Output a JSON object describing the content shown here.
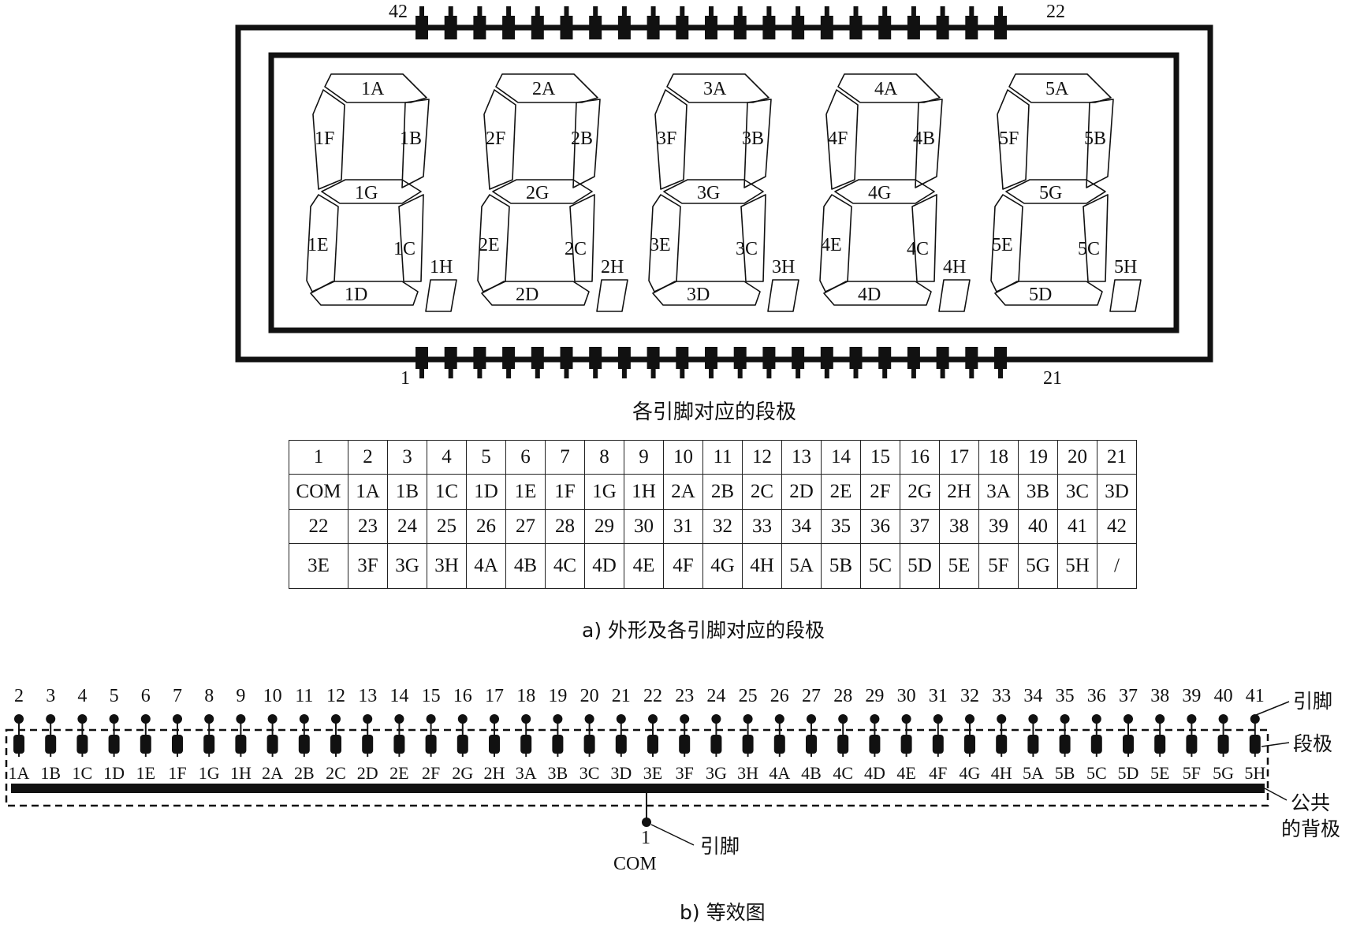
{
  "title_top_pin_left": "42",
  "title_top_pin_right": "22",
  "title_bottom_pin_left": "1",
  "title_bottom_pin_right": "21",
  "digits": [
    {
      "a": "1A",
      "b": "1B",
      "c": "1C",
      "d": "1D",
      "e": "1E",
      "f": "1F",
      "g": "1G",
      "h": "1H"
    },
    {
      "a": "2A",
      "b": "2B",
      "c": "2C",
      "d": "2D",
      "e": "2E",
      "f": "2F",
      "g": "2G",
      "h": "2H"
    },
    {
      "a": "3A",
      "b": "3B",
      "c": "3C",
      "d": "3D",
      "e": "3E",
      "f": "3F",
      "g": "3G",
      "h": "3H"
    },
    {
      "a": "4A",
      "b": "4B",
      "c": "4C",
      "d": "4D",
      "e": "4E",
      "f": "4F",
      "g": "4G",
      "h": "4H"
    },
    {
      "a": "5A",
      "b": "5B",
      "c": "5C",
      "d": "5D",
      "e": "5E",
      "f": "5F",
      "g": "5G",
      "h": "5H"
    }
  ],
  "table_title": "各引脚对应的段极",
  "table": {
    "row1_pins": [
      "1",
      "2",
      "3",
      "4",
      "5",
      "6",
      "7",
      "8",
      "9",
      "10",
      "11",
      "12",
      "13",
      "14",
      "15",
      "16",
      "17",
      "18",
      "19",
      "20",
      "21"
    ],
    "row1_segs": [
      "COM",
      "1A",
      "1B",
      "1C",
      "1D",
      "1E",
      "1F",
      "1G",
      "1H",
      "2A",
      "2B",
      "2C",
      "2D",
      "2E",
      "2F",
      "2G",
      "2H",
      "3A",
      "3B",
      "3C",
      "3D"
    ],
    "row2_pins": [
      "22",
      "23",
      "24",
      "25",
      "26",
      "27",
      "28",
      "29",
      "30",
      "31",
      "32",
      "33",
      "34",
      "35",
      "36",
      "37",
      "38",
      "39",
      "40",
      "41",
      "42"
    ],
    "row2_segs": [
      "3E",
      "3F",
      "3G",
      "3H",
      "4A",
      "4B",
      "4C",
      "4D",
      "4E",
      "4F",
      "4G",
      "4H",
      "5A",
      "5B",
      "5C",
      "5D",
      "5E",
      "5F",
      "5G",
      "5H",
      "/"
    ]
  },
  "caption_a": "a) 外形及各引脚对应的段极",
  "equiv": {
    "pins": [
      "2",
      "3",
      "4",
      "5",
      "6",
      "7",
      "8",
      "9",
      "10",
      "11",
      "12",
      "13",
      "14",
      "15",
      "16",
      "17",
      "18",
      "19",
      "20",
      "21",
      "22",
      "23",
      "24",
      "25",
      "26",
      "27",
      "28",
      "29",
      "30",
      "31",
      "32",
      "33",
      "34",
      "35",
      "36",
      "37",
      "38",
      "39",
      "40",
      "41"
    ],
    "segs": [
      "1A",
      "1B",
      "1C",
      "1D",
      "1E",
      "1F",
      "1G",
      "1H",
      "2A",
      "2B",
      "2C",
      "2D",
      "2E",
      "2F",
      "2G",
      "2H",
      "3A",
      "3B",
      "3C",
      "3D",
      "3E",
      "3F",
      "3G",
      "3H",
      "4A",
      "4B",
      "4C",
      "4D",
      "4E",
      "4F",
      "4G",
      "4H",
      "5A",
      "5B",
      "5C",
      "5D",
      "5E",
      "5F",
      "5G",
      "5H"
    ],
    "label_pin": "引脚",
    "label_seg": "段极",
    "label_backplane_1": "公共",
    "label_backplane_2": "的背极",
    "com_pin_number": "1",
    "com_label": "COM",
    "com_pin_label": "引脚"
  },
  "caption_b": "b) 等效图"
}
